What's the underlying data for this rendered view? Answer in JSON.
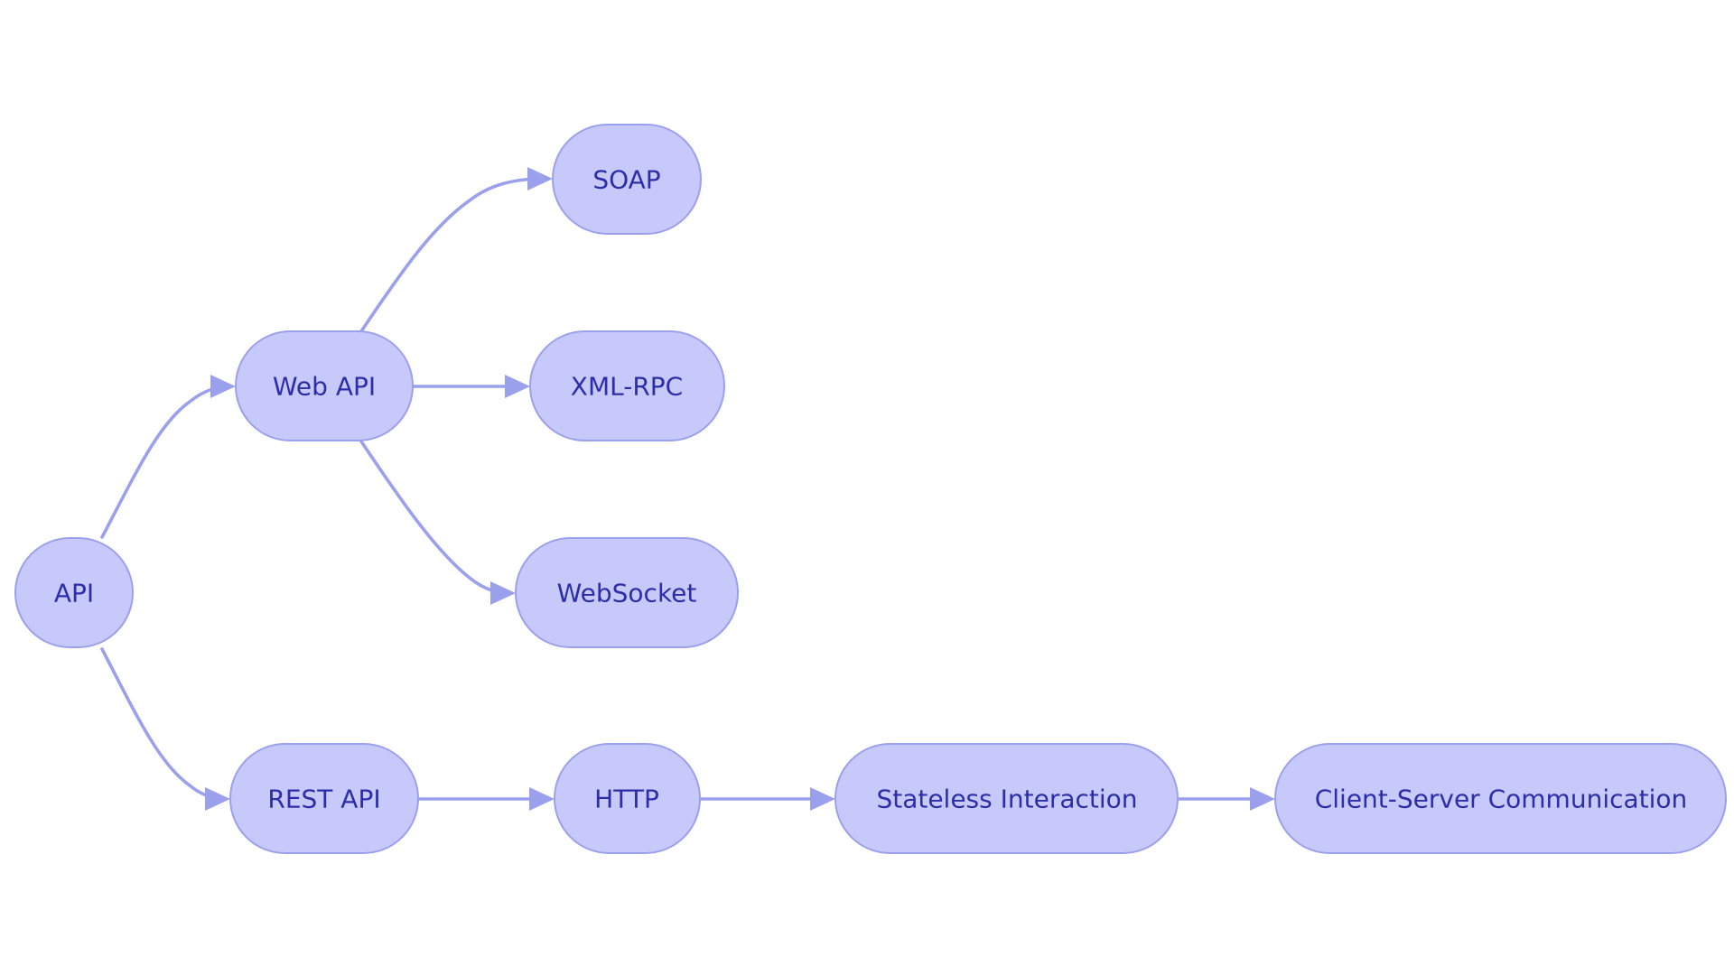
{
  "diagram": {
    "colors": {
      "node_fill": "#c8c9fb",
      "node_stroke": "#9ba0ec",
      "label": "#2b2ea8",
      "edge": "#9ba0ec"
    },
    "nodes": [
      {
        "id": "api",
        "label": "API"
      },
      {
        "id": "web-api",
        "label": "Web API"
      },
      {
        "id": "rest-api",
        "label": "REST API"
      },
      {
        "id": "soap",
        "label": "SOAP"
      },
      {
        "id": "xml-rpc",
        "label": "XML-RPC"
      },
      {
        "id": "websocket",
        "label": "WebSocket"
      },
      {
        "id": "http",
        "label": "HTTP"
      },
      {
        "id": "stateless-interaction",
        "label": "Stateless Interaction"
      },
      {
        "id": "client-server-communication",
        "label": "Client-Server Communication"
      }
    ],
    "edges": [
      {
        "from": "api",
        "to": "web-api"
      },
      {
        "from": "api",
        "to": "rest-api"
      },
      {
        "from": "web-api",
        "to": "soap"
      },
      {
        "from": "web-api",
        "to": "xml-rpc"
      },
      {
        "from": "web-api",
        "to": "websocket"
      },
      {
        "from": "rest-api",
        "to": "http"
      },
      {
        "from": "http",
        "to": "stateless-interaction"
      },
      {
        "from": "stateless-interaction",
        "to": "client-server-communication"
      }
    ]
  }
}
